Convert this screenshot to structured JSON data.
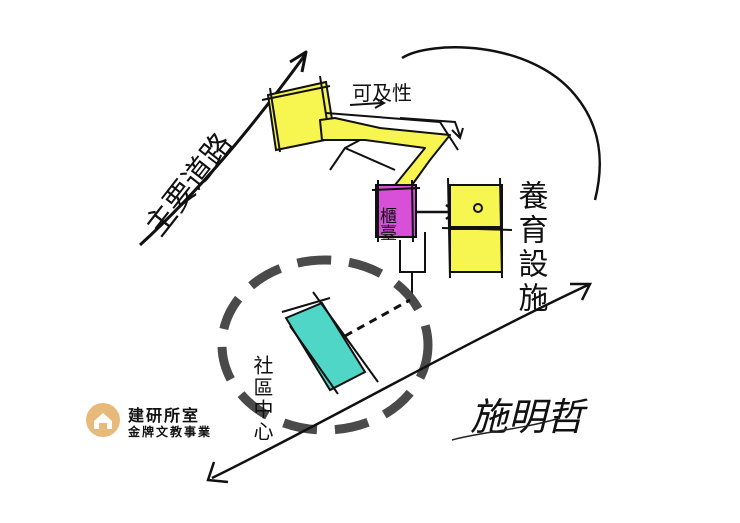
{
  "labels": {
    "main_road": "主要道路",
    "accessibility": "可及性",
    "front_desk": "櫃臺",
    "service_facility": "養育設施",
    "community_center": "社區中心",
    "signature": "施明哲"
  },
  "logo": {
    "title": "建研所室",
    "subtitle": "金牌文教事業",
    "icon": "house-icon"
  },
  "colors": {
    "yellow": "#f7f550",
    "magenta": "#d850d8",
    "teal": "#4fd6c6",
    "ink": "#111111",
    "dash_gray": "#4a4a4a",
    "logo_orange": "#e7b97a"
  }
}
